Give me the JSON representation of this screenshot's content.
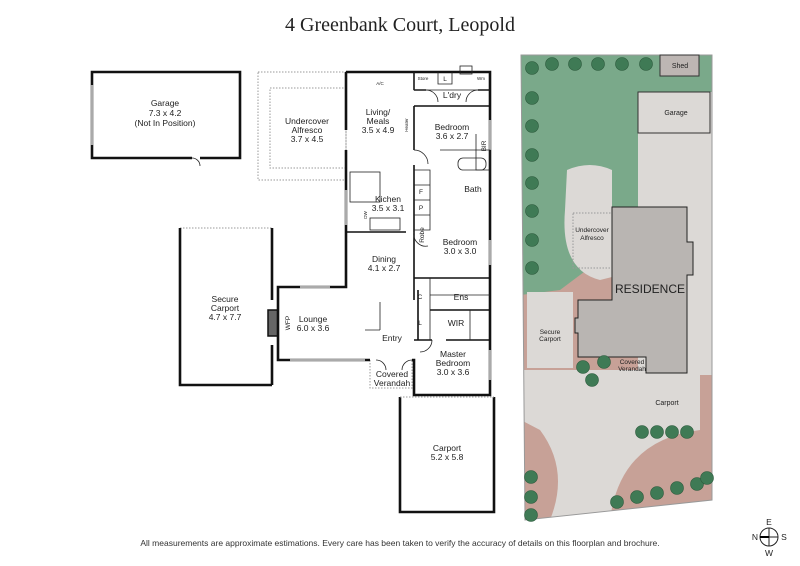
{
  "title": "4 Greenbank Court, Leopold",
  "disclaimer": "All measurements are approximate estimations. Every care has been taken to verify the accuracy of details on this floorplan and brochure.",
  "floorplan": {
    "garage": {
      "name": "Garage",
      "size": "7.3 x 4.2",
      "note": "(Not In Position)"
    },
    "alfresco": {
      "name1": "Undercover",
      "name2": "Alfresco",
      "size": "3.7 x 4.5"
    },
    "living": {
      "name1": "Living/",
      "name2": "Meals",
      "size": "3.5 x 4.9"
    },
    "ac": "A/C",
    "heater": "Heater",
    "store": "Store",
    "linen_top": "L",
    "wm": "Wm",
    "laundry": "L'dry",
    "bedroom1": {
      "name": "Bedroom",
      "size": "3.6 x 2.7"
    },
    "bir": "BIR",
    "bath": "Bath",
    "fridge": "F",
    "pantry": "P",
    "dw": "DW",
    "kitchen": {
      "name": "Kichen",
      "size": "3.5 x 3.1"
    },
    "robe": "Robe",
    "bedroom2": {
      "name": "Bedroom",
      "size": "3.0 x 3.0"
    },
    "dining": {
      "name": "Dining",
      "size": "4.1 x 2.7"
    },
    "cupboard": "C",
    "ensuite": "Ens",
    "linen": "L",
    "wir": "WIR",
    "secure_carport": {
      "name1": "Secure",
      "name2": "Carport",
      "size": "4.7 x 7.7"
    },
    "wfp": "WFP",
    "lounge": {
      "name": "Lounge",
      "size": "6.0 x 3.6"
    },
    "entry": "Entry",
    "master": {
      "name1": "Master",
      "name2": "Bedroom",
      "size": "3.0 x 3.6"
    },
    "verandah": {
      "name1": "Covered",
      "name2": "Verandah"
    },
    "carport": {
      "name": "Carport",
      "size": "5.2 x 5.8"
    }
  },
  "siteplan": {
    "shed": "Shed",
    "garage": "Garage",
    "alfresco1": "Undercover",
    "alfresco2": "Alfresco",
    "residence": "RESIDENCE",
    "secure1": "Secure",
    "secure2": "Carport",
    "verandah1": "Covered",
    "verandah2": "Verandah",
    "carport": "Carport",
    "colors": {
      "lawn": "#7aa98a",
      "paving": "#dcd9d6",
      "garden": "#c7a197",
      "residence": "#b9b5b2",
      "tree": "#3f7a55"
    }
  },
  "compass": {
    "n": "N",
    "e": "E",
    "s": "S",
    "w": "W"
  }
}
